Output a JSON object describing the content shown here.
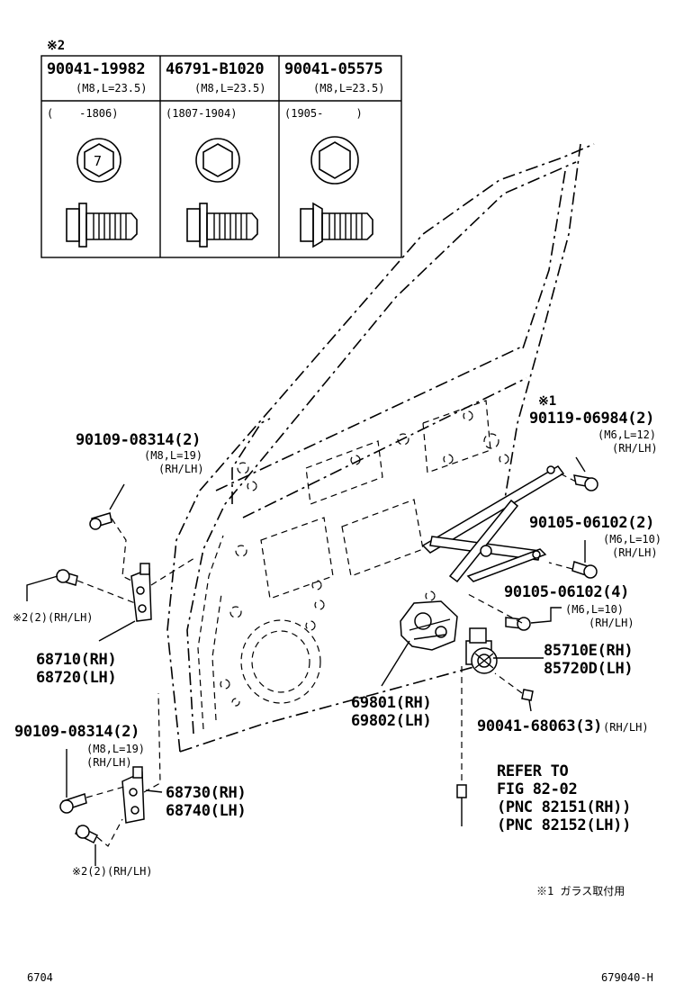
{
  "note_mark_2": "※2",
  "table": {
    "col1_pn": "90041-19982",
    "col1_spec": "(M8,L=23.5)",
    "col1_range": "(    -1806)",
    "col2_pn": "46791-B1020",
    "col2_spec": "(M8,L=23.5)",
    "col2_range": "(1807-1904)",
    "col3_pn": "90041-05575",
    "col3_spec": "(M8,L=23.5)",
    "col3_range": "(1905-     )",
    "col1_head_mark": "7"
  },
  "labels": {
    "glass_note_mark": "※1",
    "p_90119": "90119-06984(2)",
    "p_90119_spec": "(M6,L=12)",
    "p_90119_side": "(RH/LH)",
    "p_90105a": "90105-06102(2)",
    "p_90105a_spec": "(M6,L=10)",
    "p_90105a_side": "(RH/LH)",
    "p_90105b": "90105-06102(4)",
    "p_90105b_spec": "(M6,L=10)",
    "p_90105b_side": "(RH/LH)",
    "p_85710": "85710E(RH)",
    "p_85720": "85720D(LH)",
    "p_69801": "69801(RH)",
    "p_69802": "69802(LH)",
    "p_90041": "90041-68063(3)",
    "p_90041_side": "(RH/LH)",
    "refer_1": "REFER TO",
    "refer_2": "FIG 82-02",
    "refer_3": "(PNC 82151(RH))",
    "refer_4": "(PNC 82152(LH))",
    "p_90109a": "90109-08314(2)",
    "p_90109a_spec": "(M8,L=19)",
    "p_90109a_side": "(RH/LH)",
    "note2a": "※2(2)(RH/LH)",
    "p_68710": "68710(RH)",
    "p_68720": "68720(LH)",
    "p_90109b": "90109-08314(2)",
    "p_90109b_spec": "(M8,L=19)",
    "p_90109b_side": "(RH/LH)",
    "p_68730": "68730(RH)",
    "p_68740": "68740(LH)",
    "note2b": "※2(2)(RH/LH)",
    "footnote": "※1 ガラス取付用",
    "page_left": "6704",
    "page_right": "679040-H"
  }
}
